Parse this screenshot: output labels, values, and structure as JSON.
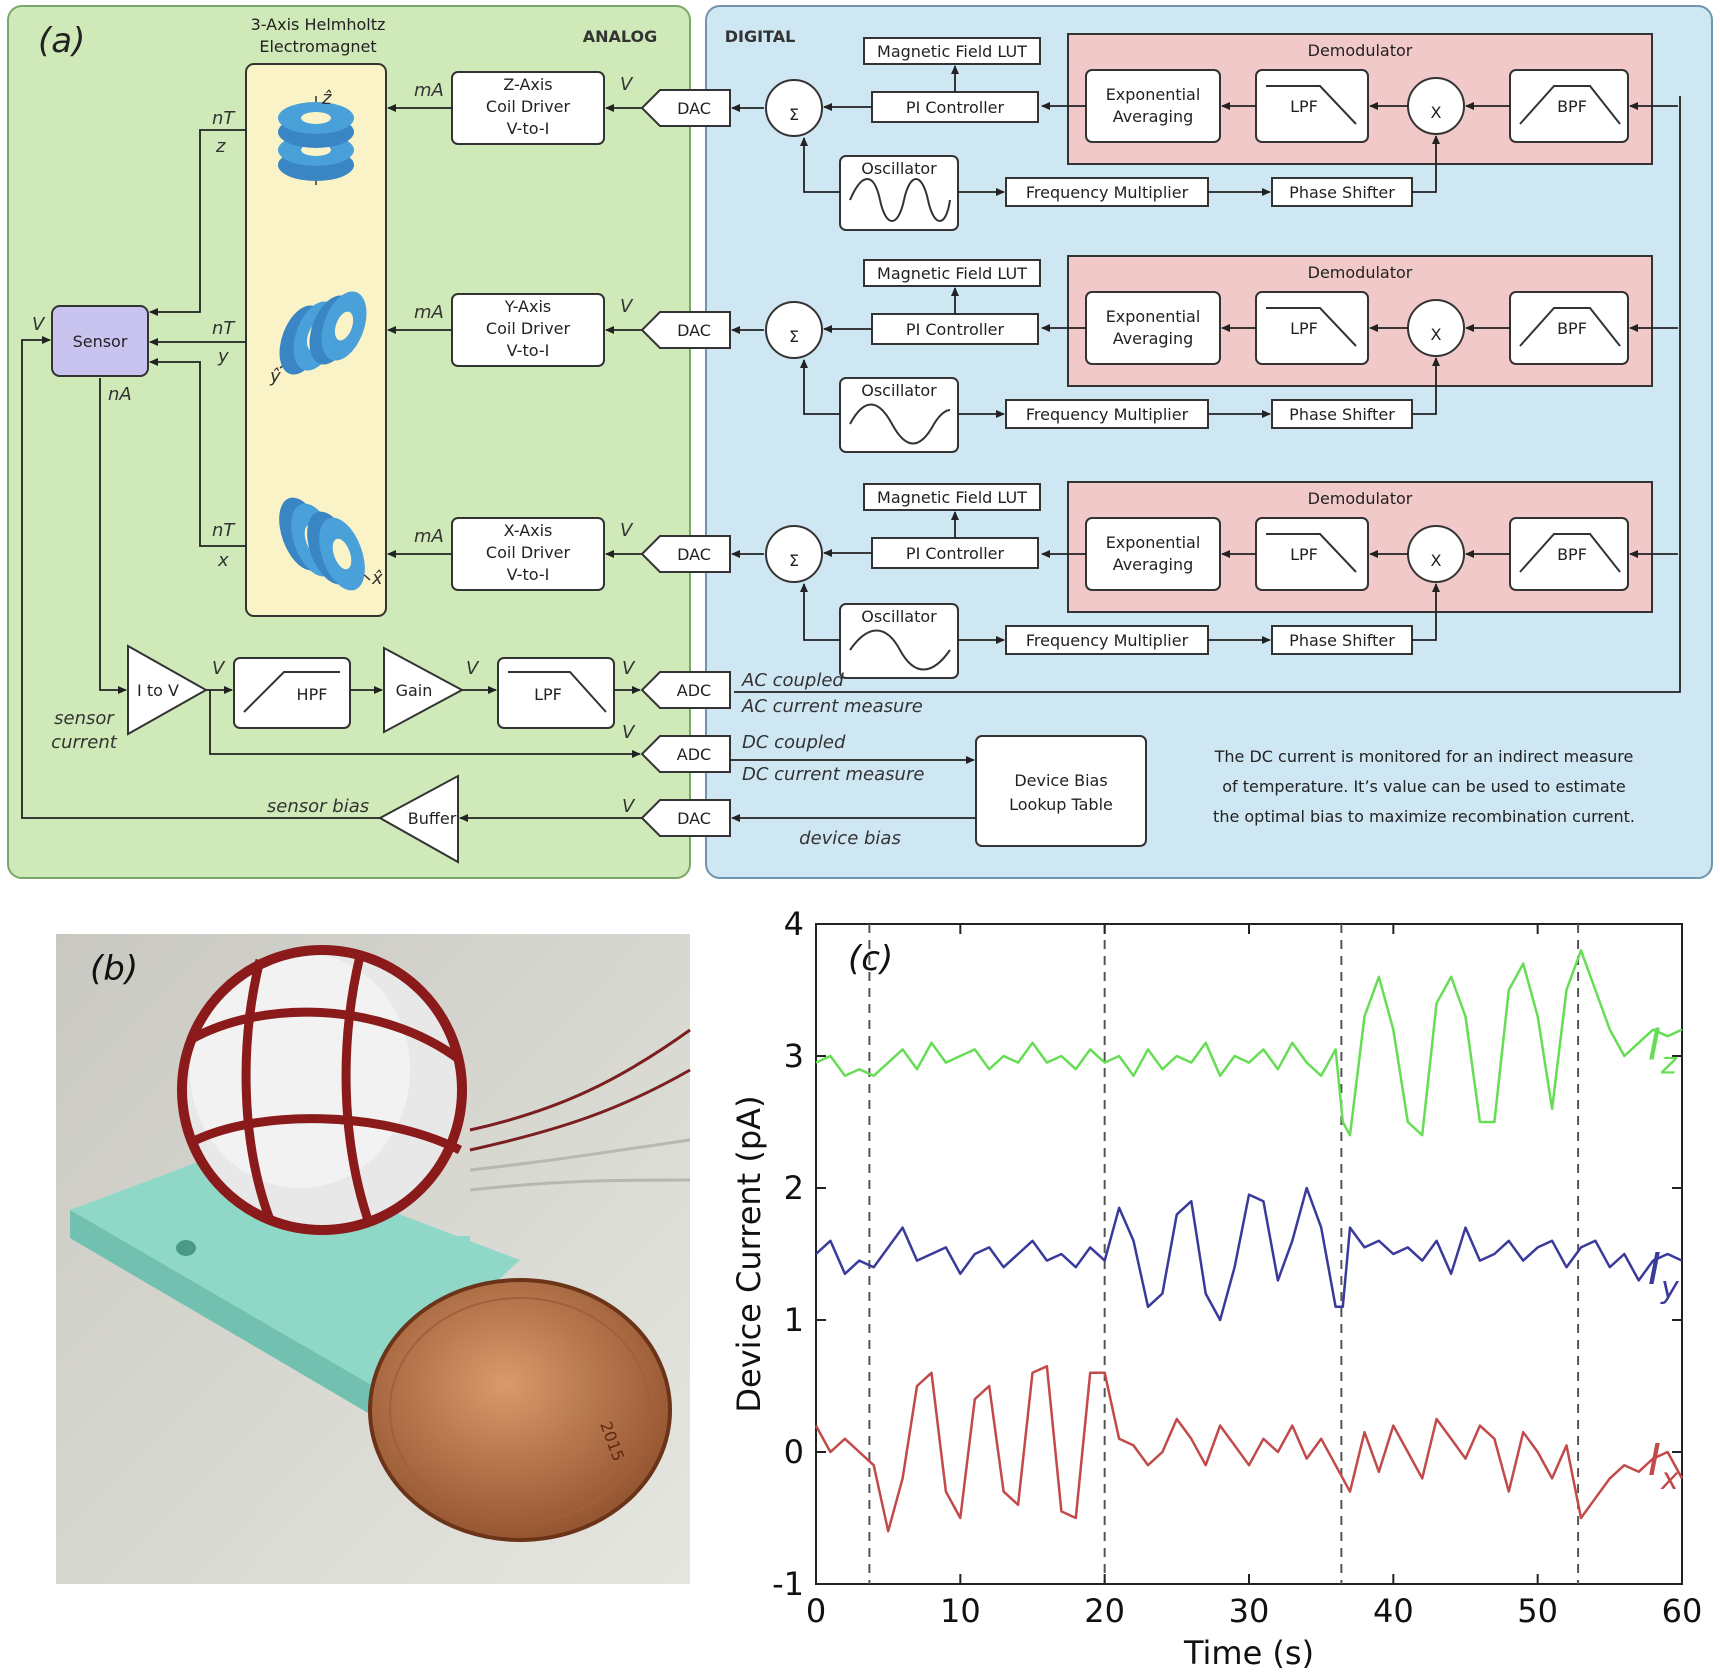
{
  "panel_a": {
    "label": "(a)",
    "analog_title": "ANALOG",
    "digital_title": "DIGITAL",
    "helmholtz_title": [
      "3-Axis Helmholtz",
      "Electromagnet"
    ],
    "sensor": "Sensor",
    "v": "V",
    "mA": "mA",
    "nA": "nA",
    "nT": "nT",
    "axes": [
      "z",
      "y",
      "x"
    ],
    "unit_vectors": [
      "ẑ",
      "ŷ",
      "x̂"
    ],
    "coil_drivers": [
      [
        "Z-Axis",
        "Coil Driver",
        "V-to-I"
      ],
      [
        "Y-Axis",
        "Coil Driver",
        "V-to-I"
      ],
      [
        "X-Axis",
        "Coil Driver",
        "V-to-I"
      ]
    ],
    "dac": "DAC",
    "adc": "ADC",
    "sigma": "Σ",
    "multiply": "X",
    "lut": "Magnetic Field LUT",
    "pi": "PI Controller",
    "demod": "Demodulator",
    "exp_avg": [
      "Exponential",
      "Averaging"
    ],
    "lpf": "LPF",
    "bpf": "BPF",
    "hpf": "HPF",
    "oscillator": "Oscillator",
    "freq_mult": "Frequency Multiplier",
    "phase": "Phase Shifter",
    "i_to_v": "I to V",
    "gain": "Gain",
    "buffer": "Buffer",
    "sensor_current": [
      "sensor",
      "current"
    ],
    "sensor_bias": "sensor bias",
    "ac_coupled": "AC coupled",
    "ac_measure": "AC current measure",
    "dc_coupled": "DC coupled",
    "dc_measure": "DC current measure",
    "device_bias": "device bias",
    "bias_lut": [
      "Device Bias",
      "Lookup Table"
    ],
    "note": [
      "The DC current is monitored for an indirect measure",
      "of temperature. It’s value can be used to estimate",
      "the optimal bias to maximize recombination current."
    ],
    "colors": {
      "analog_bg": "#cfeab8",
      "digital_bg": "#cfe6f3",
      "demod_bg": "#f2c9c9",
      "magnet_bg": "#fbf3c8",
      "sensor_bg": "#c9c3ef",
      "coil": "#4aa0d8"
    }
  },
  "panel_b": {
    "label": "(b)",
    "photo_description": "coil-wound sensor fixture next to coin",
    "coin_year": "2015"
  },
  "chart_data": {
    "type": "line",
    "panel_label": "(c)",
    "xlabel": "Time (s)",
    "ylabel": "Device Current (pA)",
    "xlim": [
      0,
      60
    ],
    "ylim": [
      -1,
      4
    ],
    "xticks": [
      0,
      10,
      20,
      30,
      40,
      50,
      60
    ],
    "yticks": [
      -1,
      0,
      1,
      2,
      3,
      4
    ],
    "grid": false,
    "vlines": [
      3.7,
      20,
      36.4,
      52.8
    ],
    "series": [
      {
        "name": "Iz",
        "label_main": "I",
        "label_sub": "z",
        "color": "#66dd55",
        "x": [
          0,
          1,
          2,
          3,
          4,
          5,
          6,
          7,
          8,
          9,
          10,
          11,
          12,
          13,
          14,
          15,
          16,
          17,
          18,
          19,
          20,
          21,
          22,
          23,
          24,
          25,
          26,
          27,
          28,
          29,
          30,
          31,
          32,
          33,
          34,
          35,
          36,
          36.5,
          37,
          38,
          39,
          40,
          41,
          42,
          43,
          44,
          45,
          46,
          47,
          48,
          49,
          50,
          51,
          52,
          53,
          54,
          55,
          56,
          57,
          58,
          59,
          60
        ],
        "y": [
          2.95,
          3.0,
          2.85,
          2.9,
          2.85,
          2.95,
          3.05,
          2.9,
          3.1,
          2.95,
          3.0,
          3.05,
          2.9,
          3.0,
          2.95,
          3.1,
          2.95,
          3.0,
          2.9,
          3.05,
          2.95,
          3.0,
          2.85,
          3.05,
          2.9,
          3.0,
          2.95,
          3.1,
          2.85,
          3.0,
          2.95,
          3.05,
          2.9,
          3.1,
          2.95,
          2.85,
          3.05,
          2.5,
          2.4,
          3.3,
          3.6,
          3.2,
          2.5,
          2.4,
          3.4,
          3.6,
          3.3,
          2.5,
          2.5,
          3.5,
          3.7,
          3.3,
          2.6,
          3.5,
          3.8,
          3.5,
          3.2,
          3.0,
          3.1,
          3.2,
          3.15,
          3.2
        ]
      },
      {
        "name": "Iy",
        "label_main": "I",
        "label_sub": "y",
        "color": "#3a3a9a",
        "x": [
          0,
          1,
          2,
          3,
          4,
          5,
          6,
          7,
          8,
          9,
          10,
          11,
          12,
          13,
          14,
          15,
          16,
          17,
          18,
          19,
          20,
          21,
          22,
          23,
          24,
          25,
          26,
          27,
          28,
          29,
          30,
          31,
          32,
          33,
          34,
          35,
          36,
          36.5,
          37,
          38,
          39,
          40,
          41,
          42,
          43,
          44,
          45,
          46,
          47,
          48,
          49,
          50,
          51,
          52,
          53,
          54,
          55,
          56,
          57,
          58,
          59,
          60
        ],
        "y": [
          1.5,
          1.6,
          1.35,
          1.45,
          1.4,
          1.55,
          1.7,
          1.45,
          1.5,
          1.55,
          1.35,
          1.5,
          1.55,
          1.4,
          1.5,
          1.6,
          1.45,
          1.5,
          1.4,
          1.55,
          1.45,
          1.85,
          1.6,
          1.1,
          1.2,
          1.8,
          1.9,
          1.2,
          1.0,
          1.4,
          1.95,
          1.9,
          1.3,
          1.6,
          2.0,
          1.7,
          1.1,
          1.1,
          1.7,
          1.55,
          1.6,
          1.5,
          1.55,
          1.45,
          1.6,
          1.35,
          1.7,
          1.45,
          1.5,
          1.6,
          1.45,
          1.55,
          1.6,
          1.4,
          1.55,
          1.6,
          1.4,
          1.5,
          1.3,
          1.45,
          1.5,
          1.45
        ]
      },
      {
        "name": "Ix",
        "label_main": "I",
        "label_sub": "x",
        "color": "#c24a4a",
        "x": [
          0,
          1,
          2,
          3,
          4,
          5,
          6,
          7,
          8,
          9,
          10,
          11,
          12,
          13,
          14,
          15,
          16,
          17,
          18,
          19,
          20,
          21,
          22,
          23,
          24,
          25,
          26,
          27,
          28,
          29,
          30,
          31,
          32,
          33,
          34,
          35,
          36,
          37,
          38,
          39,
          40,
          41,
          42,
          43,
          44,
          45,
          46,
          47,
          48,
          49,
          50,
          51,
          52,
          53,
          54,
          55,
          56,
          57,
          58,
          59,
          60
        ],
        "y": [
          0.2,
          0.0,
          0.1,
          0.0,
          -0.1,
          -0.6,
          -0.2,
          0.5,
          0.6,
          -0.3,
          -0.5,
          0.4,
          0.5,
          -0.3,
          -0.4,
          0.6,
          0.65,
          -0.45,
          -0.5,
          0.6,
          0.6,
          0.1,
          0.05,
          -0.1,
          0.0,
          0.25,
          0.1,
          -0.1,
          0.2,
          0.05,
          -0.1,
          0.1,
          0.0,
          0.2,
          -0.05,
          0.1,
          -0.1,
          -0.3,
          0.15,
          -0.15,
          0.2,
          0.0,
          -0.2,
          0.25,
          0.1,
          -0.05,
          0.2,
          0.1,
          -0.3,
          0.15,
          0.0,
          -0.2,
          0.05,
          -0.5,
          -0.35,
          -0.2,
          -0.1,
          -0.15,
          -0.05,
          0.0,
          -0.2
        ]
      }
    ]
  }
}
